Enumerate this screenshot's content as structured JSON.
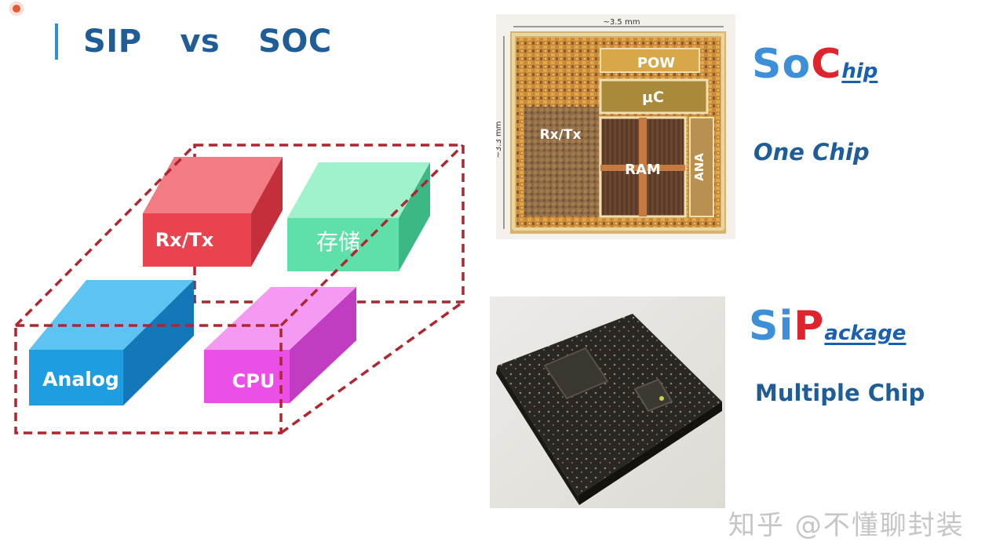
{
  "title": "SIP  vs  SOC",
  "blocks": {
    "rx_tx": "Rx/Tx",
    "storage": "存储",
    "analog": "Analog",
    "cpu": "CPU"
  },
  "soc_die": {
    "width_label": "~3.5 mm",
    "height_label": "~3.3 mm",
    "pow": "POW",
    "uc": "μC",
    "rx_tx": "Rx/Tx",
    "ram": "RAM",
    "ana": "ANA"
  },
  "soc": {
    "big1": "So",
    "big2": "C",
    "tail": "hip",
    "caption": "One Chip"
  },
  "sip": {
    "big1": "Si",
    "big2": "P",
    "tail": "ackage",
    "caption": "Multiple  Chip"
  },
  "watermark": "知乎 @不懂聊封装",
  "colors": {
    "title": "#1e5d97",
    "dashed_outline": "#b0252e",
    "red_block": "#e8434f",
    "green_block": "#5fe0a8",
    "blue_block": "#1e9de0",
    "magenta_block": "#ea4fe6"
  }
}
